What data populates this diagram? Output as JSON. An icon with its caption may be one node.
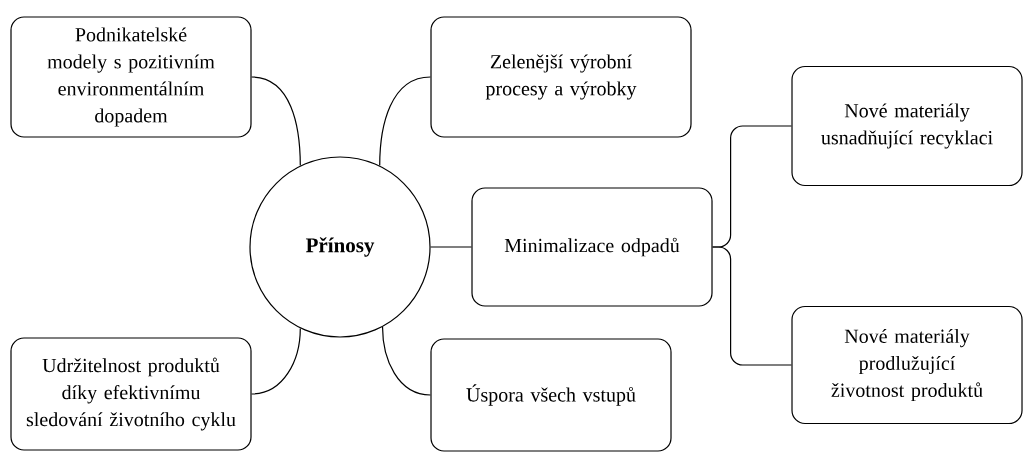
{
  "diagram": {
    "nodes": [
      {
        "text": [
          "Podnikatelské modely s pozitivním environmentálním dopadem"
        ]
      },
      {
        "text": [
          "Zelenější výrobní procesy a výrobky"
        ]
      },
      {
        "text": [
          "Nové materiály usnadňující recyklaci"
        ]
      },
      {
        "text": [
          "Přínosy"
        ]
      },
      {
        "text": [
          "Minimalizace odpadů"
        ]
      },
      {
        "text": [
          "Nové materiály prodlužující životnost produktů"
        ]
      },
      {
        "text": [
          "Udržitelnost produktů díky efektivnímu sledování životního cyklu"
        ]
      },
      {
        "text": [
          "Úspora všech vstupů"
        ]
      }
    ],
    "edges": [
      {
        "from": 3,
        "to": 0,
        "arrow": "none"
      },
      {
        "from": 3,
        "to": 1,
        "arrow": "none"
      },
      {
        "from": 3,
        "to": 4,
        "arrow": "none"
      },
      {
        "from": 4,
        "to": 2,
        "arrow": "none"
      },
      {
        "from": 4,
        "to": 5,
        "arrow": "none"
      },
      {
        "from": 3,
        "to": 6,
        "arrow": "none"
      },
      {
        "from": 3,
        "to": 7,
        "arrow": "none"
      }
    ]
  }
}
